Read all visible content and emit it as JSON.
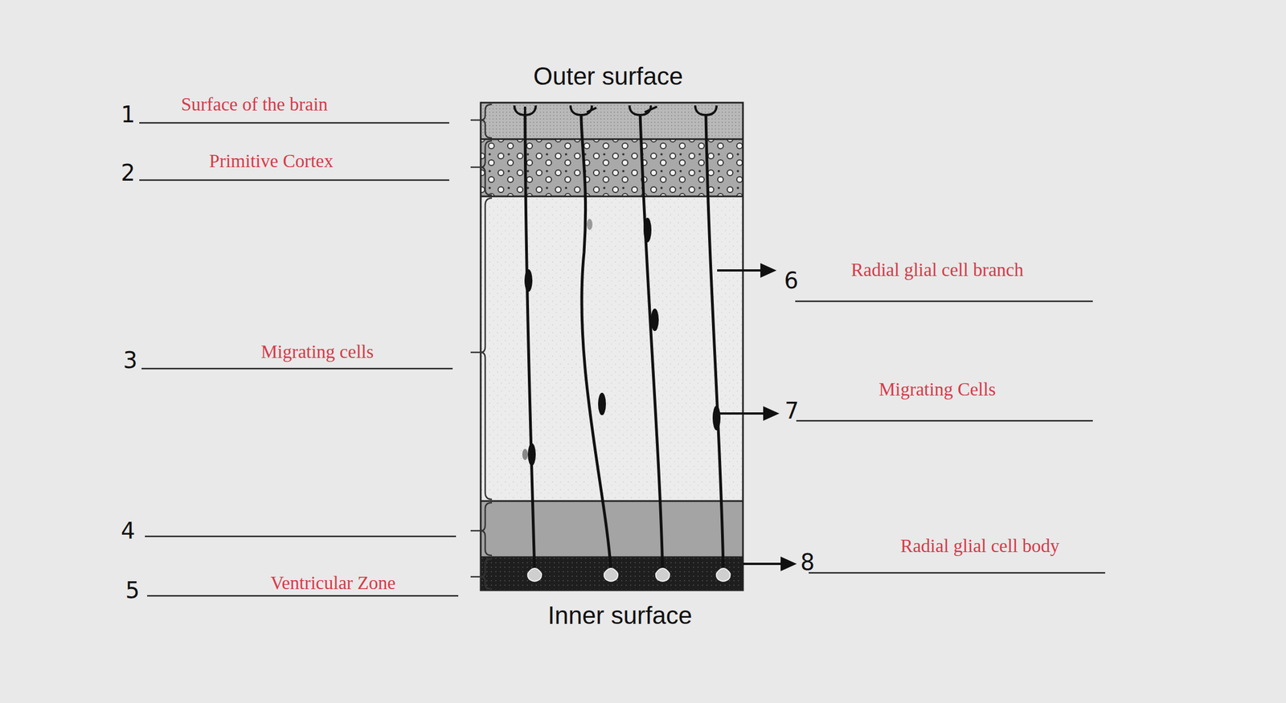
{
  "diagram": {
    "labels": [
      "Outer surface",
      "1",
      "Surface of the brain",
      "2",
      "Primitive Cortex",
      "3",
      "Migrating cells",
      "4",
      "5",
      "Ventricular Zone",
      "6",
      "Radial glial cell branch",
      "7",
      "Migrating Cells",
      "8",
      "Radial glial cell body",
      "Inner surface"
    ]
  }
}
